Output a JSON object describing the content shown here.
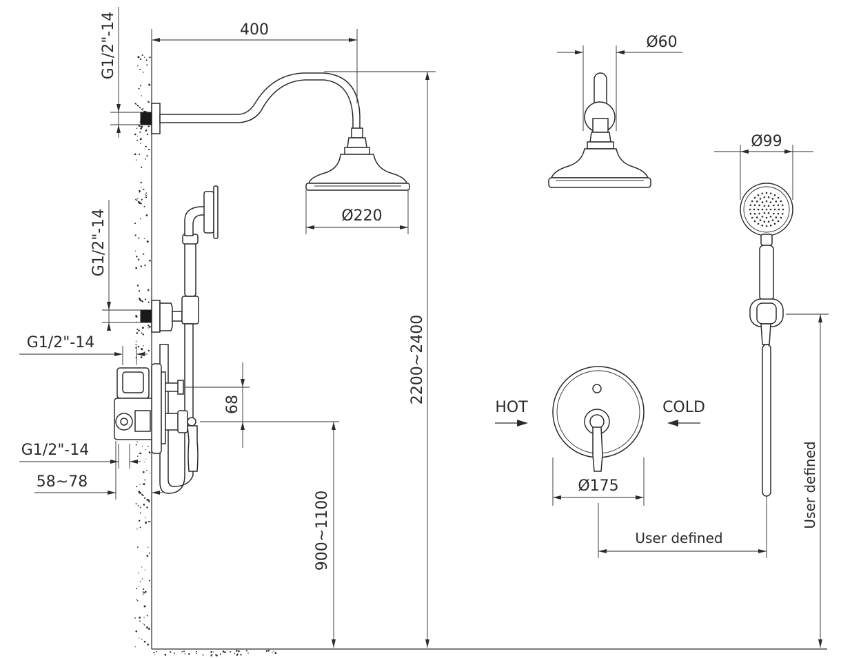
{
  "dimensions": {
    "arm_length": "400",
    "inlet_top": "G1/2\"-14",
    "inlet_middle": "G1/2\"-14",
    "inlet_valve_upper": "G1/2\"-14",
    "inlet_valve_lower": "G1/2\"-14",
    "wall_depth": "58~78",
    "head_diameter": "Ø220",
    "head_height": "2200~2400",
    "valve_spacing": "68",
    "valve_height": "900~1100",
    "arm_side_diameter": "Ø60",
    "handshower_diameter": "Ø99",
    "valve_diameter": "Ø175",
    "handshower_height": "User defined",
    "handshower_offset": "User defined"
  },
  "labels": {
    "hot": "HOT",
    "cold": "COLD"
  }
}
